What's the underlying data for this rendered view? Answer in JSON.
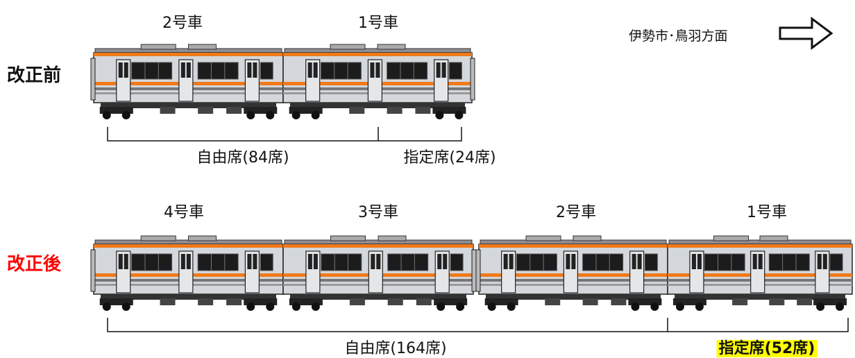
{
  "direction": {
    "label": "伊勢市･鳥羽方面",
    "arrow": "right-arrow-icon"
  },
  "before": {
    "row_label": "改正前",
    "cars": [
      "2号車",
      "1号車"
    ],
    "sections": [
      {
        "label": "自由席(84席)"
      },
      {
        "label": "指定席(24席)"
      }
    ]
  },
  "after": {
    "row_label": "改正後",
    "cars": [
      "4号車",
      "3号車",
      "2号車",
      "1号車"
    ],
    "sections": [
      {
        "label": "自由席(164席)"
      },
      {
        "label": "指定席(52席)",
        "highlight": true
      }
    ]
  },
  "colors": {
    "after_label": "#ff0000",
    "highlight": "#ffff00",
    "stripe": "#f07a1a",
    "body": "#d4d7db"
  }
}
